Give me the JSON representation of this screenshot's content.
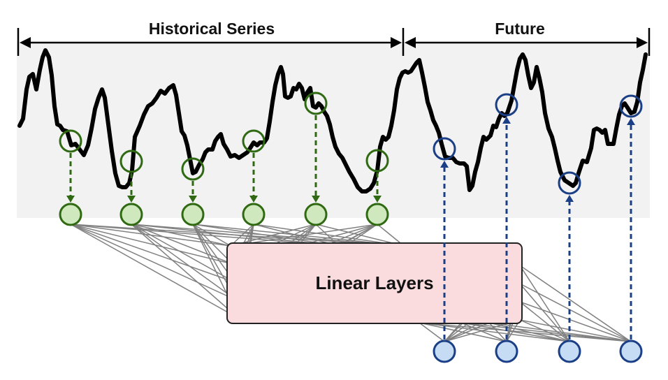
{
  "header": {
    "historical_label": "Historical Series",
    "future_label": "Future"
  },
  "model": {
    "label": "Linear Layers"
  },
  "colors": {
    "series_line": "#000000",
    "historical_accent": "#2f6a12",
    "historical_fill": "#cfe8bd",
    "future_accent": "#1b3f86",
    "future_fill": "#c6dcf5",
    "linear_box_fill": "#fadcdf",
    "connection_gray": "#808080",
    "background_band": "#f2f2f2"
  },
  "input_node_count": 6,
  "output_node_count": 4
}
